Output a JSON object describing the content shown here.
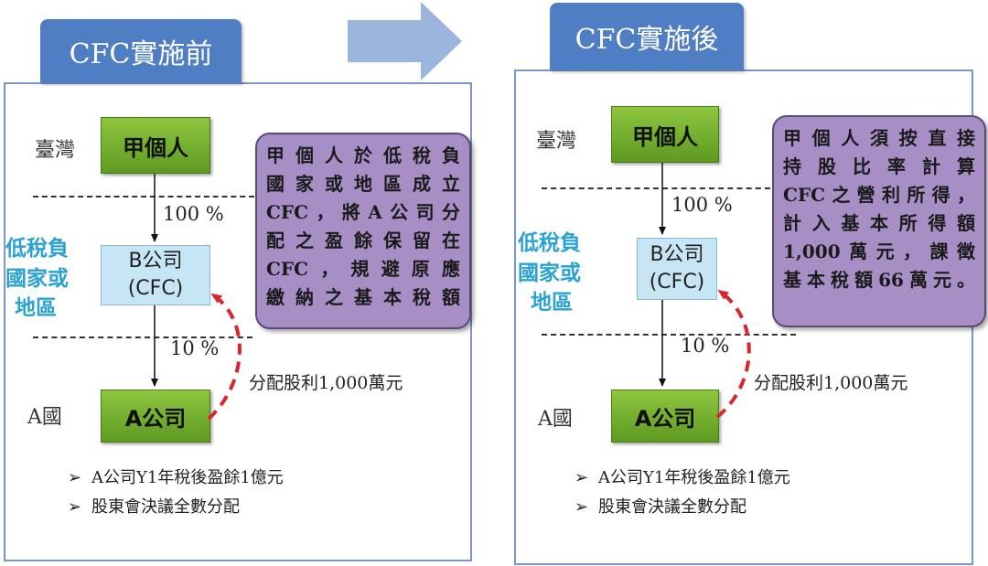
{
  "before": {
    "tab_title": "CFC實施前",
    "region_taiwan": "臺灣",
    "region_low_tax": [
      "低稅負",
      "國家或",
      "地區"
    ],
    "region_country_a": "A國",
    "person_box": "甲個人",
    "b_company": [
      "B公司",
      "(CFC)"
    ],
    "a_company": "A公司",
    "pct_top": "100 %",
    "pct_bottom": "10 %",
    "dividend_label": "分配股利1,000萬元",
    "callout_lines": [
      "甲個人於低稅負",
      "國家或地區成立",
      "CFC，將A公司分",
      "配之盈餘保留在",
      "CFC，規避原應",
      "繳納之基本稅額"
    ],
    "bullets": [
      "A公司Y1年稅後盈餘1億元",
      "股東會決議全數分配"
    ]
  },
  "after": {
    "tab_title": "CFC實施後",
    "region_taiwan": "臺灣",
    "region_low_tax": [
      "低稅負",
      "國家或",
      "地區"
    ],
    "region_country_a": "A國",
    "person_box": "甲個人",
    "b_company": [
      "B公司",
      "(CFC)"
    ],
    "a_company": "A公司",
    "pct_top": "100 %",
    "pct_bottom": "10 %",
    "dividend_label": "分配股利1,000萬元",
    "callout_lines": [
      "甲個人須按直接",
      "持股比率計算",
      "CFC之營利所得，",
      "計入基本所得額",
      "1,000萬元，課徵",
      "基本稅額66萬元。"
    ],
    "bullets": [
      "A公司Y1年稅後盈餘1億元",
      "股東會決議全數分配"
    ]
  },
  "bullet_symbol": "➢",
  "colors": {
    "tab_blue": "#4f7ec4",
    "arrow_blue": "#9bb5dc",
    "green_box": "#76b032",
    "cfc_box": "#c6e6f5",
    "callout_purple": "#a78fc6",
    "low_tax_text": "#2aa2d4",
    "dividend_arrow": "#d9262c"
  },
  "icons": {
    "transition_arrow": "right-block-arrow-icon"
  }
}
